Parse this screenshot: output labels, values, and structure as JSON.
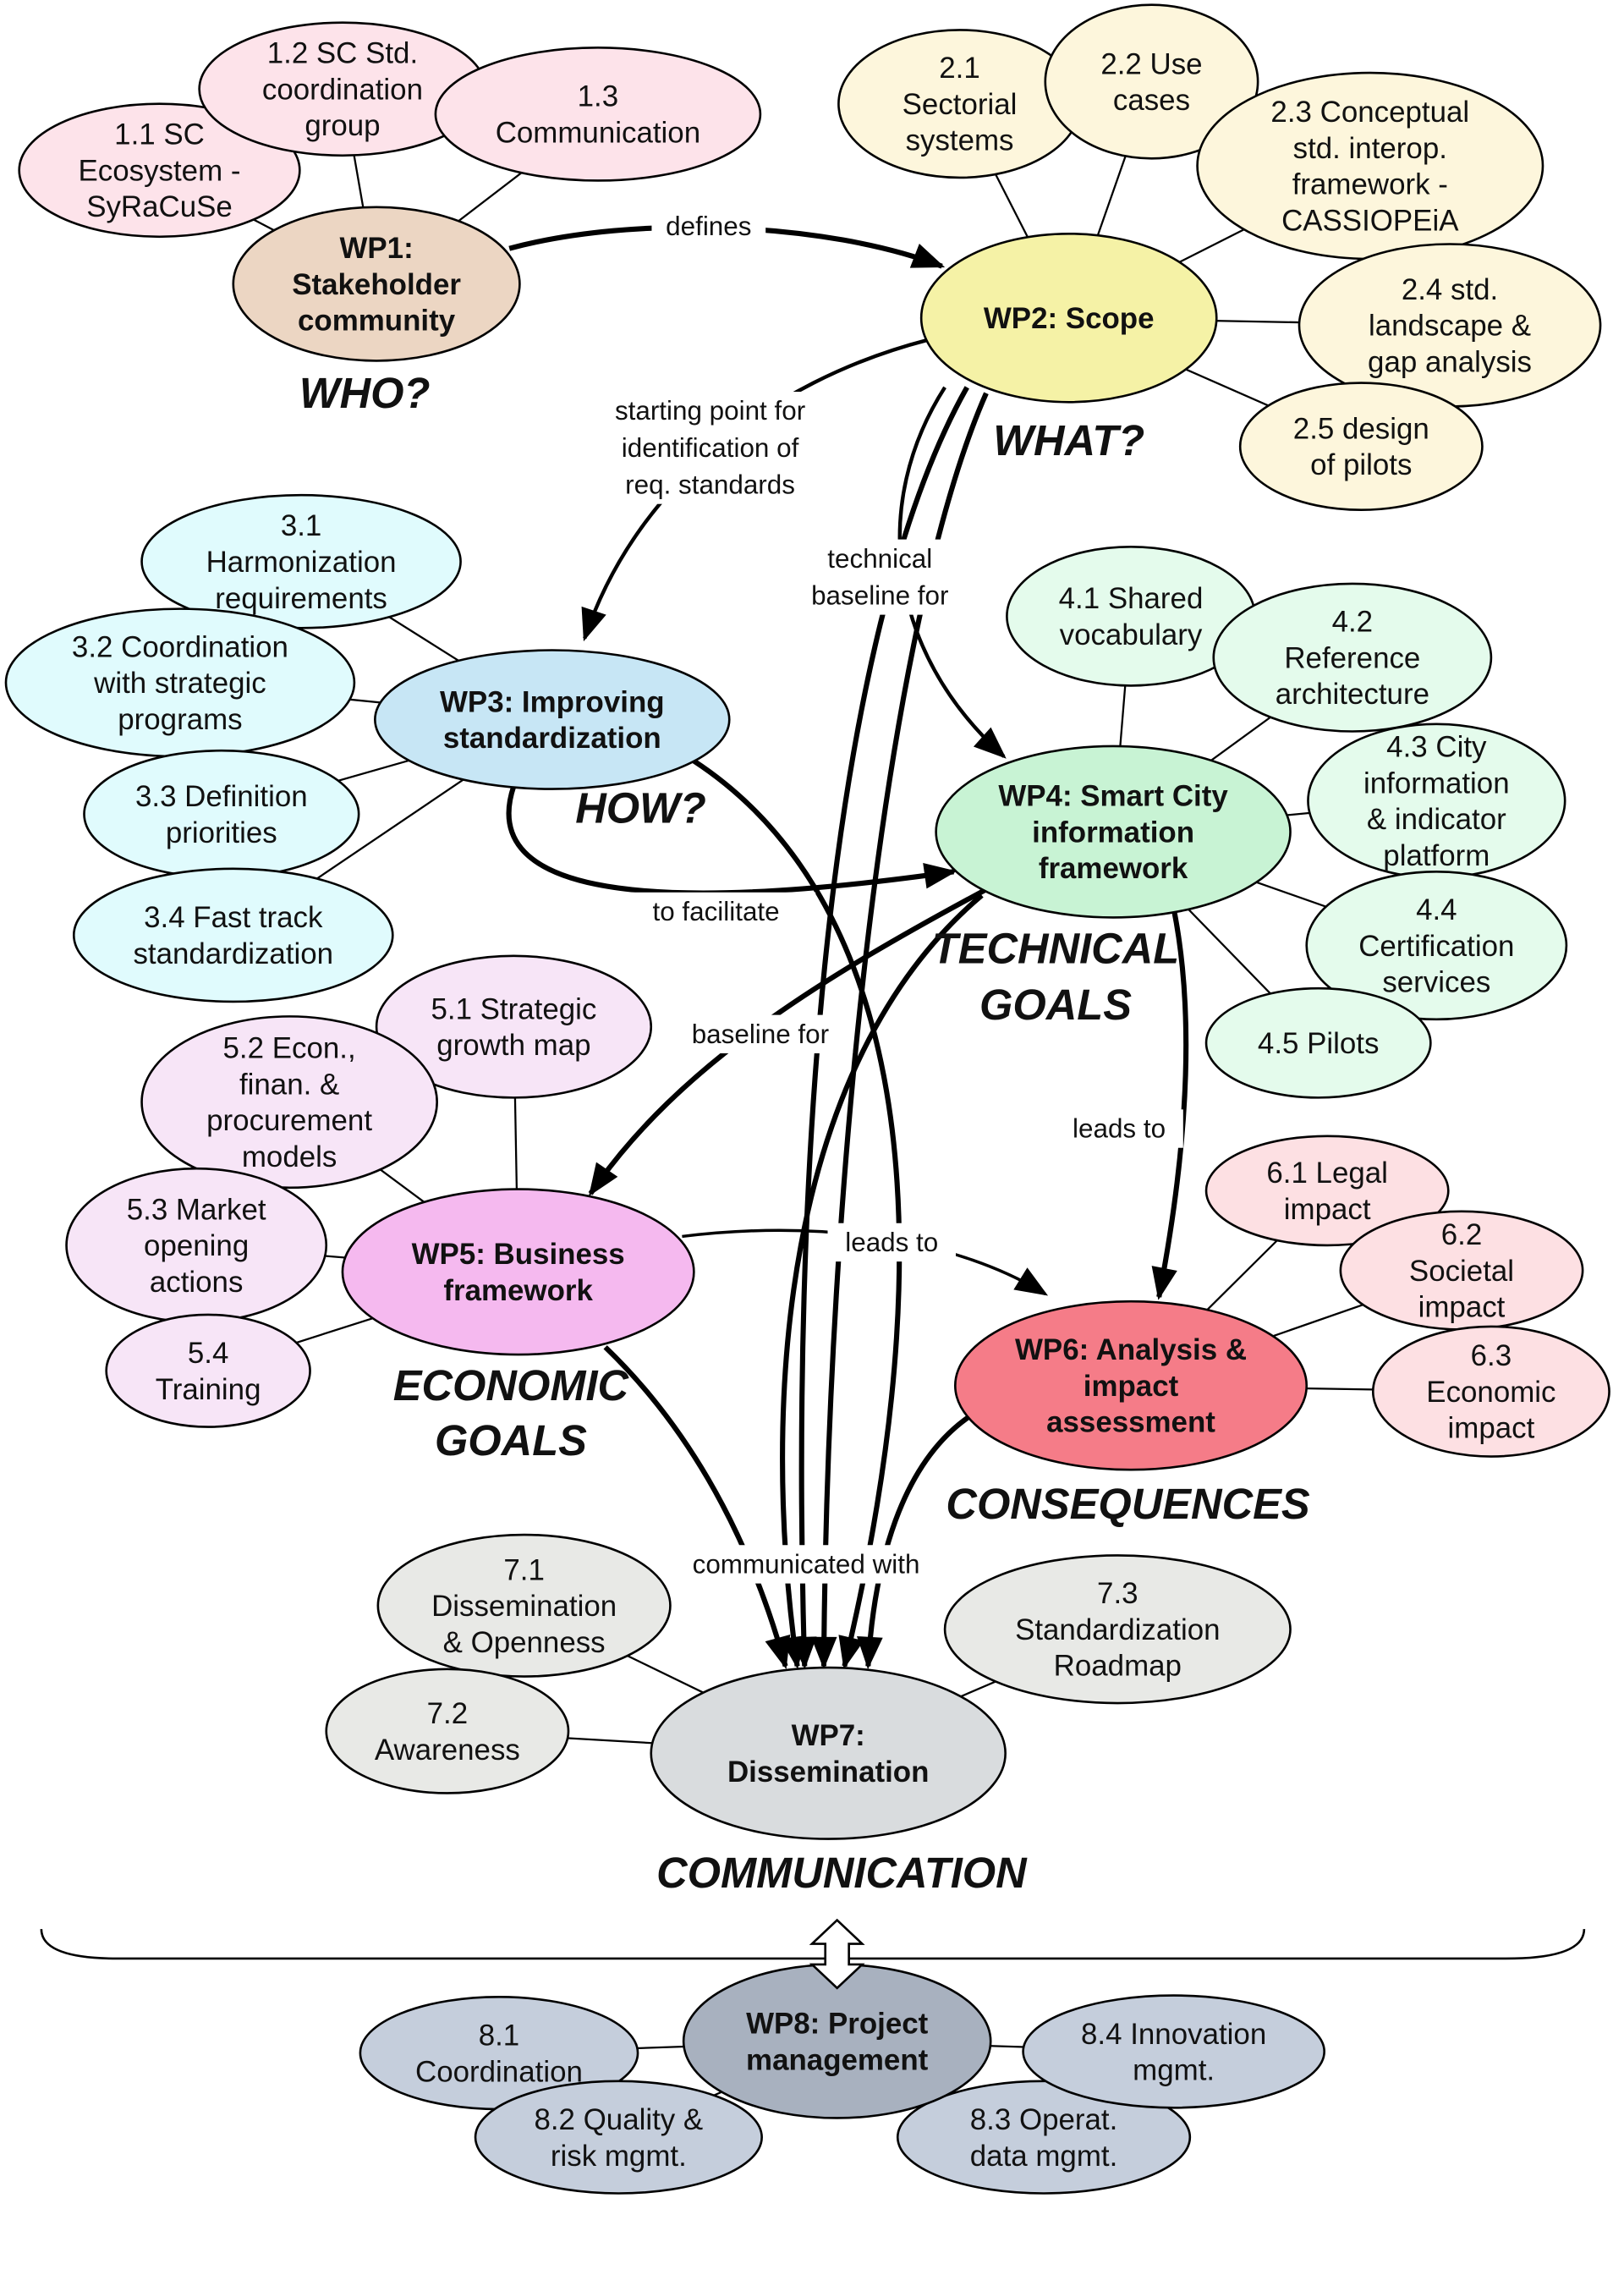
{
  "nodes": [
    {
      "id": "wp1",
      "lines": [
        "WP1:",
        "Stakeholder",
        "community"
      ],
      "fill": "#ecd6c3",
      "main": true
    },
    {
      "id": "n11",
      "lines": [
        "1.1 SC",
        "Ecosystem -",
        "SyRaCuSe"
      ],
      "fill": "#fde3ea",
      "parent": "wp1"
    },
    {
      "id": "n12",
      "lines": [
        "1.2 SC Std.",
        "coordination",
        "group"
      ],
      "fill": "#fde3ea",
      "parent": "wp1"
    },
    {
      "id": "n13",
      "lines": [
        "1.3",
        "Communication"
      ],
      "fill": "#fde3ea",
      "parent": "wp1"
    },
    {
      "id": "wp2",
      "lines": [
        "WP2: Scope"
      ],
      "fill": "#f5f2a6",
      "main": true
    },
    {
      "id": "n21",
      "lines": [
        "2.1",
        "Sectorial",
        "systems"
      ],
      "fill": "#fdf6dc",
      "parent": "wp2"
    },
    {
      "id": "n22",
      "lines": [
        "2.2 Use",
        "cases"
      ],
      "fill": "#fdf6dc",
      "parent": "wp2"
    },
    {
      "id": "n23",
      "lines": [
        "2.3 Conceptual",
        "std. interop.",
        "framework -",
        "CASSIOPEiA"
      ],
      "fill": "#fdf6dc",
      "parent": "wp2"
    },
    {
      "id": "n24",
      "lines": [
        "2.4 std.",
        "landscape &",
        "gap analysis"
      ],
      "fill": "#fdf6dc",
      "parent": "wp2"
    },
    {
      "id": "n25",
      "lines": [
        "2.5 design",
        "of pilots"
      ],
      "fill": "#fdf6dc",
      "parent": "wp2"
    },
    {
      "id": "wp3",
      "lines": [
        "WP3: Improving",
        "standardization"
      ],
      "fill": "#c7e6f5",
      "main": true
    },
    {
      "id": "n31",
      "lines": [
        "3.1",
        "Harmonization",
        "requirements"
      ],
      "fill": "#e0fbfd",
      "parent": "wp3"
    },
    {
      "id": "n32",
      "lines": [
        "3.2 Coordination",
        "with strategic",
        "programs"
      ],
      "fill": "#e0fbfd",
      "parent": "wp3"
    },
    {
      "id": "n33",
      "lines": [
        "3.3 Definition",
        "priorities"
      ],
      "fill": "#e0fbfd",
      "parent": "wp3"
    },
    {
      "id": "n34",
      "lines": [
        "3.4 Fast track",
        "standardization"
      ],
      "fill": "#e0fbfd",
      "parent": "wp3"
    },
    {
      "id": "wp4",
      "lines": [
        "WP4: Smart City",
        "information",
        "framework"
      ],
      "fill": "#c8f3d4",
      "main": true
    },
    {
      "id": "n41",
      "lines": [
        "4.1 Shared",
        "vocabulary"
      ],
      "fill": "#e4fbec",
      "parent": "wp4"
    },
    {
      "id": "n42",
      "lines": [
        "4.2",
        "Reference",
        "architecture"
      ],
      "fill": "#e4fbec",
      "parent": "wp4"
    },
    {
      "id": "n43",
      "lines": [
        "4.3 City",
        "information",
        "& indicator",
        "platform"
      ],
      "fill": "#e4fbec",
      "parent": "wp4"
    },
    {
      "id": "n44",
      "lines": [
        "4.4",
        "Certification",
        "services"
      ],
      "fill": "#e4fbec",
      "parent": "wp4"
    },
    {
      "id": "n45",
      "lines": [
        "4.5 Pilots"
      ],
      "fill": "#e4fbec",
      "parent": "wp4"
    },
    {
      "id": "wp5",
      "lines": [
        "WP5: Business",
        "framework"
      ],
      "fill": "#f5b9ef",
      "main": true
    },
    {
      "id": "n51",
      "lines": [
        "5.1 Strategic",
        "growth map"
      ],
      "fill": "#f7e5f7",
      "parent": "wp5"
    },
    {
      "id": "n52",
      "lines": [
        "5.2 Econ.,",
        "finan. &",
        "procurement",
        "models"
      ],
      "fill": "#f7e5f7",
      "parent": "wp5"
    },
    {
      "id": "n53",
      "lines": [
        "5.3 Market",
        "opening",
        "actions"
      ],
      "fill": "#f7e5f7",
      "parent": "wp5"
    },
    {
      "id": "n54",
      "lines": [
        "5.4",
        "Training"
      ],
      "fill": "#f7e5f7",
      "parent": "wp5"
    },
    {
      "id": "wp6",
      "lines": [
        "WP6: Analysis &",
        "impact",
        "assessment"
      ],
      "fill": "#f57c88",
      "main": true
    },
    {
      "id": "n61",
      "lines": [
        "6.1 Legal",
        "impact"
      ],
      "fill": "#fde0e3",
      "parent": "wp6"
    },
    {
      "id": "n62",
      "lines": [
        "6.2",
        "Societal",
        "impact"
      ],
      "fill": "#fde0e3",
      "parent": "wp6"
    },
    {
      "id": "n63",
      "lines": [
        "6.3",
        "Economic",
        "impact"
      ],
      "fill": "#fde0e3",
      "parent": "wp6"
    },
    {
      "id": "wp7",
      "lines": [
        "WP7:",
        "Dissemination"
      ],
      "fill": "#d9dcde",
      "main": true
    },
    {
      "id": "n71",
      "lines": [
        "7.1",
        "Dissemination",
        "& Openness"
      ],
      "fill": "#e8e9e6",
      "parent": "wp7"
    },
    {
      "id": "n72",
      "lines": [
        "7.2",
        "Awareness"
      ],
      "fill": "#e8e9e6",
      "parent": "wp7"
    },
    {
      "id": "n73",
      "lines": [
        "7.3",
        "Standardization",
        "Roadmap"
      ],
      "fill": "#e8e9e6",
      "parent": "wp7"
    },
    {
      "id": "wp8",
      "lines": [
        "WP8: Project",
        "management"
      ],
      "fill": "#a8b1bf",
      "main": true
    },
    {
      "id": "n81",
      "lines": [
        "8.1",
        "Coordination"
      ],
      "fill": "#c5cedc",
      "parent": "wp8"
    },
    {
      "id": "n82",
      "lines": [
        "8.2 Quality &",
        "risk mgmt."
      ],
      "fill": "#c5cedc",
      "parent": "wp8"
    },
    {
      "id": "n83",
      "lines": [
        "8.3 Operat.",
        "data mgmt."
      ],
      "fill": "#c5cedc",
      "parent": "wp8"
    },
    {
      "id": "n84",
      "lines": [
        "8.4 Innovation",
        "mgmt."
      ],
      "fill": "#c5cedc",
      "parent": "wp8"
    }
  ],
  "categories": {
    "who": "WHO?",
    "what": "WHAT?",
    "how": "HOW?",
    "technical": [
      "TECHNICAL",
      "GOALS"
    ],
    "economic": [
      "ECONOMIC",
      "GOALS"
    ],
    "consequences": "CONSEQUENCES",
    "communication": "COMMUNICATION"
  },
  "edge_labels": {
    "defines": "defines",
    "starting_point": [
      "starting point for",
      "identification of",
      "req. standards"
    ],
    "technical_baseline": [
      "technical",
      "baseline for"
    ],
    "to_facilitate": "to facilitate",
    "baseline_for": "baseline for",
    "leads_to_wp6_from_wp4": "leads to",
    "leads_to_wp6_from_wp5": "leads to",
    "communicated_with": "communicated with"
  }
}
